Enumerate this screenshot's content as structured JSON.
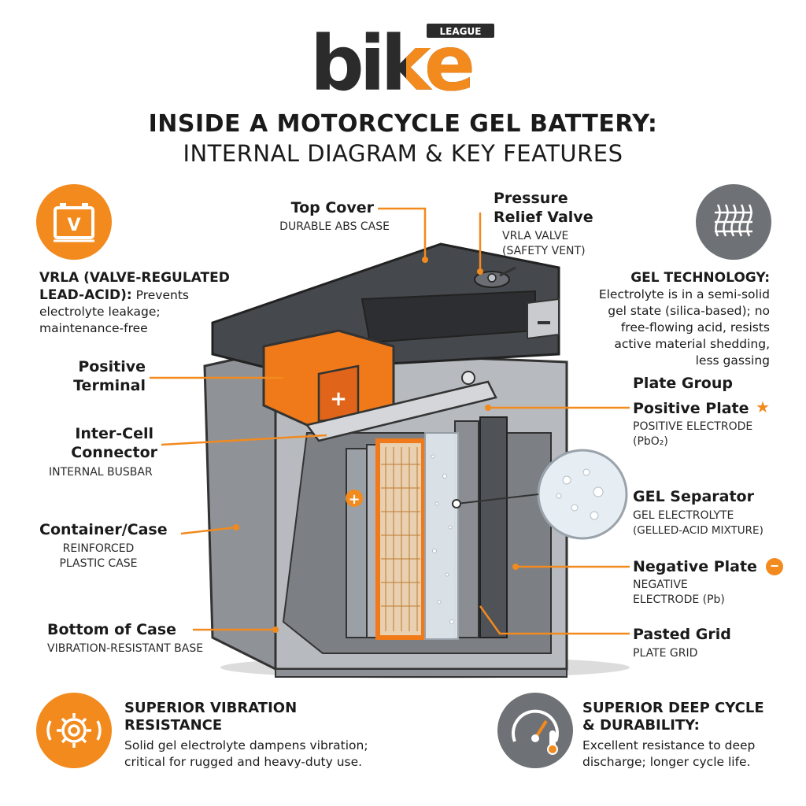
{
  "logo": {
    "word": "bike",
    "badge": "LEAGUE"
  },
  "title": {
    "line1": "INSIDE A MOTORCYCLE GEL BATTERY:",
    "line2": "INTERNAL DIAGRAM & KEY FEATURES"
  },
  "callouts": {
    "top_cover": {
      "label": "Top Cover",
      "sub": "DURABLE ABS CASE"
    },
    "pressure_valve": {
      "label_line1": "Pressure",
      "label_line2": "Relief Valve",
      "sub_line1": "VRLA VALVE",
      "sub_line2": "(SAFETY VENT)"
    },
    "positive_terminal": {
      "label_line1": "Positive",
      "label_line2": "Terminal"
    },
    "inter_cell": {
      "label_line1": "Inter-Cell",
      "label_line2": "Connector",
      "sub": "INTERNAL BUSBAR"
    },
    "container": {
      "label": "Container/Case",
      "sub_line1": "REINFORCED",
      "sub_line2": "PLASTIC CASE"
    },
    "bottom_case": {
      "label": "Bottom of Case",
      "sub": "VIBRATION-RESISTANT BASE"
    },
    "plate_group": {
      "label": "Plate Group"
    },
    "positive_plate": {
      "label": "Positive Plate",
      "sub_line1": "POSITIVE ELECTRODE",
      "sub_line2": "(PbO₂)"
    },
    "gel_separator": {
      "label": "GEL Separator",
      "sub_line1": "GEL ELECTROLYTE",
      "sub_line2": "(GELLED-ACID MIXTURE)"
    },
    "negative_plate": {
      "label": "Negative Plate",
      "sub_line1": "NEGATIVE",
      "sub_line2": "ELECTRODE (Pb)"
    },
    "pasted_grid": {
      "label": "Pasted Grid",
      "sub": "PLATE GRID"
    }
  },
  "side_features": {
    "vrla": {
      "icon_letter": "V",
      "heading_line1": "VRLA (VALVE-REGULATED",
      "heading_line2": "LEAD-ACID):",
      "text_line1": " Prevents",
      "text_line2": "electrolyte leakage;",
      "text_line3": "maintenance-free"
    },
    "gel": {
      "heading": "GEL TECHNOLOGY:",
      "line1": "Electrolyte is in a semi-solid",
      "line2": "gel state (silica-based); no",
      "line3": "free-flowing acid, resists",
      "line4": "active material shedding,",
      "line5": "less gassing"
    }
  },
  "bottom_features": {
    "vibration": {
      "heading_line1": "SUPERIOR VIBRATION",
      "heading_line2": "RESISTANCE",
      "text_line1": "Solid gel electrolyte dampens vibration;",
      "text_line2": "critical for rugged and heavy-duty use."
    },
    "deep_cycle": {
      "heading_line1": "SUPERIOR DEEP CYCLE",
      "heading_line2": "& DURABILITY:",
      "text_line1": "Excellent resistance to deep",
      "text_line2": "discharge; longer cycle life."
    }
  },
  "symbols": {
    "plus": "+",
    "minus": "−",
    "star": "★"
  },
  "colors": {
    "accent": "#f28a1e",
    "dark": "#2b2b2b",
    "case_gray": "#a9acb0",
    "lid": "#3d3f42"
  }
}
